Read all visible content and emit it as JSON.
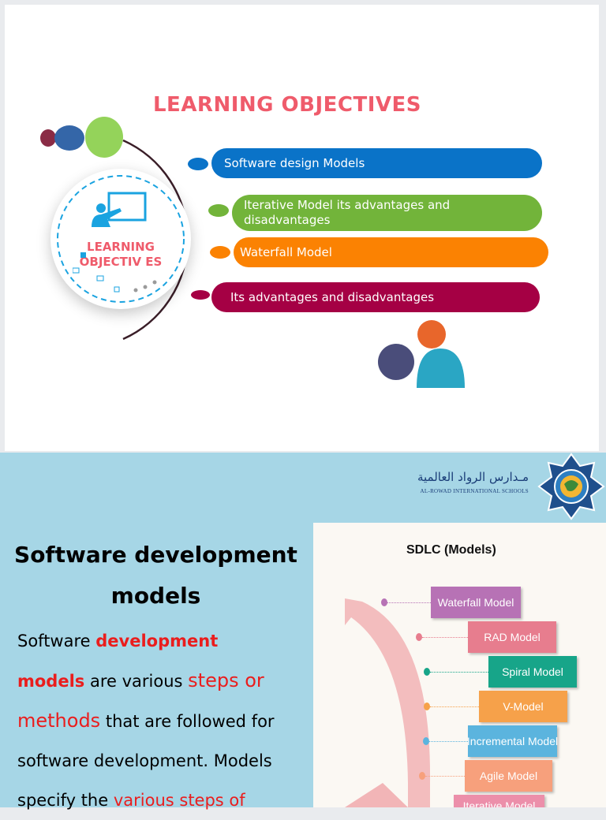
{
  "slide1": {
    "title": "LEARNING OBJECTIVES",
    "badge_label": "LEARNING OBJECTIV ES",
    "objectives": [
      {
        "label": "Software design Models",
        "color": "#0a73c8"
      },
      {
        "label": "Iterative Model its advantages and disadvantages",
        "color": "#72b43a"
      },
      {
        "label": "Waterfall Model",
        "color": "#fb8202"
      },
      {
        "label": "Its advantages and disadvantages",
        "color": "#a50044"
      }
    ],
    "colors": {
      "title": "#ef5b6b",
      "badge_icon": "#1aa3e0"
    }
  },
  "slide2": {
    "school_name_arabic": "مـدارس الرواد العالمية",
    "school_name_english": "AL-ROWAD INTERNATIONAL SCHOOLS",
    "heading": "Software development models",
    "body": {
      "p1": "Software ",
      "p2": "development",
      "p3": "models",
      "p4": " are various ",
      "p5": "steps or methods",
      "p6": " that are followed for software development. Models specify the ",
      "p7": "various steps of"
    },
    "diagram_title": "SDLC (Models)",
    "models": [
      {
        "label": "Waterfall Model",
        "color": "#b772b5"
      },
      {
        "label": "RAD Model",
        "color": "#e77d8e"
      },
      {
        "label": "Spiral Model",
        "color": "#17a589"
      },
      {
        "label": "V-Model",
        "color": "#f6a14a"
      },
      {
        "label": "Incremental Model",
        "color": "#5bb4de"
      },
      {
        "label": "Agile Model",
        "color": "#f7a07c"
      },
      {
        "label": "Iterative Model",
        "color": "#ec8faa"
      }
    ],
    "colors": {
      "background": "#a6d6e6",
      "highlight": "#ea1d1d"
    }
  }
}
